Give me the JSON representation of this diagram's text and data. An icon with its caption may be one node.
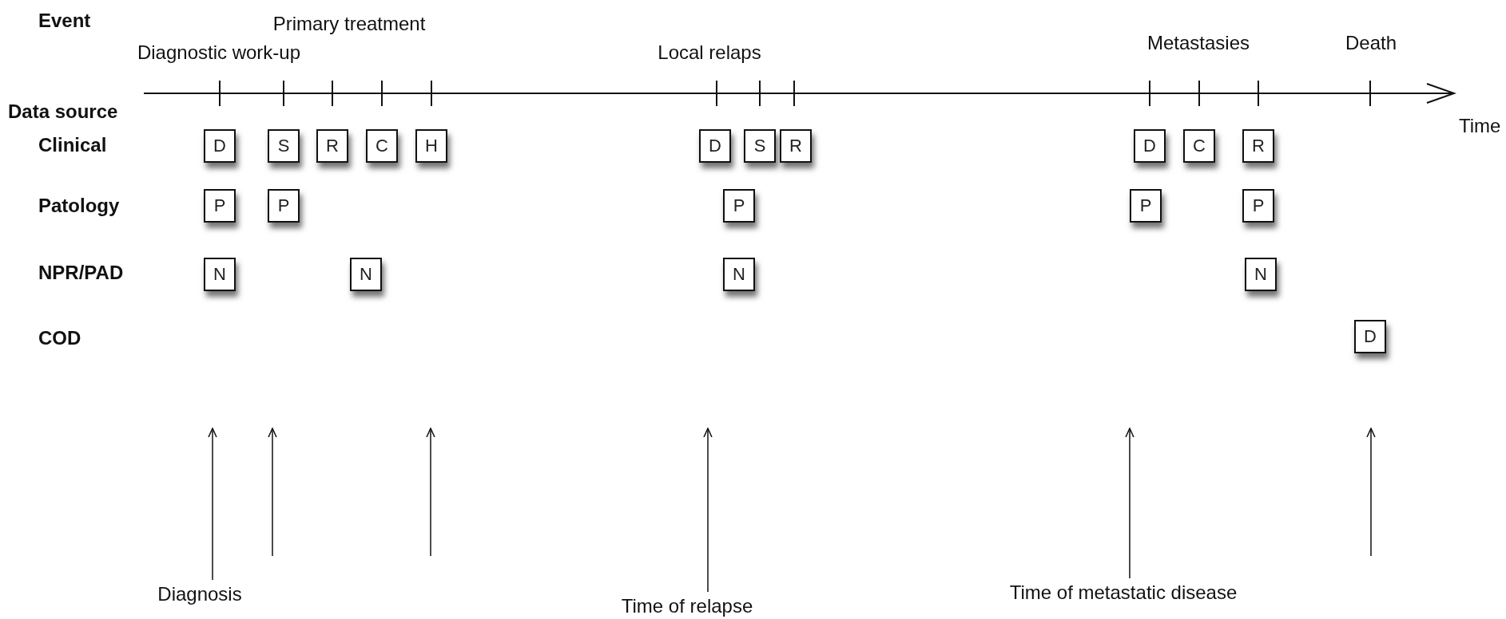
{
  "diagram": {
    "nodes": [
      {
        "text": [
          "D"
        ]
      },
      {
        "text": [
          "S"
        ]
      },
      {
        "text": [
          "R"
        ]
      },
      {
        "text": [
          "C"
        ]
      },
      {
        "text": [
          "H"
        ]
      },
      {
        "text": [
          "D"
        ]
      },
      {
        "text": [
          "S"
        ]
      },
      {
        "text": [
          "R"
        ]
      },
      {
        "text": [
          "D"
        ]
      },
      {
        "text": [
          "C"
        ]
      },
      {
        "text": [
          "R"
        ]
      },
      {
        "text": [
          "P"
        ]
      },
      {
        "text": [
          "P"
        ]
      },
      {
        "text": [
          "P"
        ]
      },
      {
        "text": [
          "P"
        ]
      },
      {
        "text": [
          "P"
        ]
      },
      {
        "text": [
          "N"
        ]
      },
      {
        "text": [
          "N"
        ]
      },
      {
        "text": [
          "N"
        ]
      },
      {
        "text": [
          "N"
        ]
      },
      {
        "text": [
          "D"
        ]
      },
      {
        "text": [
          "Diagnosis"
        ]
      },
      {
        "text": [
          "Time of relapse"
        ]
      },
      {
        "text": [
          "Time of metastatic disease"
        ]
      }
    ],
    "edges": [
      {
        "from": 21,
        "to": null,
        "arrow": "to"
      },
      {
        "from": 22,
        "to": null,
        "arrow": "to"
      },
      {
        "from": 23,
        "to": null,
        "arrow": "to"
      }
    ],
    "labels": [
      "Event",
      "Primary treatment",
      "Diagnostic work-up",
      "Local relaps",
      "Metastasies",
      "Death",
      "Data source",
      "Time",
      "Clinical",
      "Patology",
      "NPR/PAD",
      "COD"
    ]
  }
}
